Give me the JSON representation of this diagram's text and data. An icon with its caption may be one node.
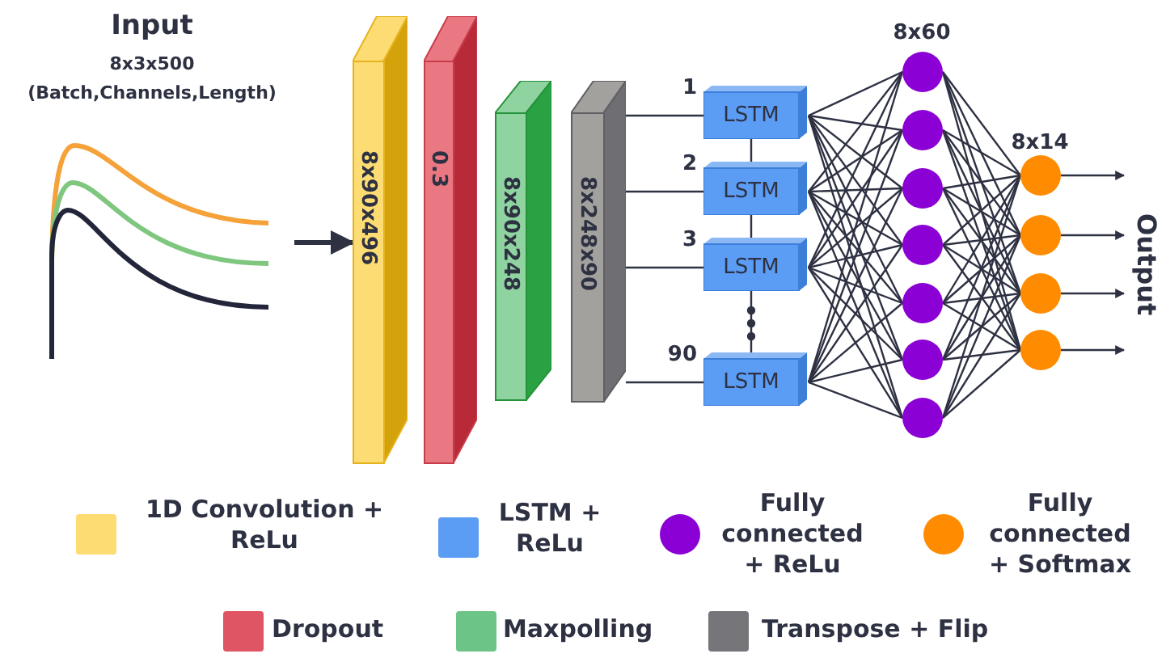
{
  "diagram": {
    "nodes": [
      {
        "text": [
          "Input",
          "8x3x500 (Batch,Channels,Length)"
        ]
      },
      {
        "text": [
          "8x90x496"
        ]
      },
      {
        "text": [
          "0.3"
        ]
      },
      {
        "text": [
          "8x90x248"
        ]
      },
      {
        "text": [
          "8x248x90"
        ]
      },
      {
        "text": [
          "LSTM"
        ]
      },
      {
        "text": [
          "LSTM"
        ]
      },
      {
        "text": [
          "LSTM"
        ]
      },
      {
        "text": [
          "LSTM"
        ]
      },
      {
        "text": [],
        "shape": "circle"
      },
      {
        "text": [],
        "shape": "circle"
      },
      {
        "text": [],
        "shape": "circle"
      },
      {
        "text": [],
        "shape": "circle"
      },
      {
        "text": [],
        "shape": "circle"
      },
      {
        "text": [],
        "shape": "circle"
      },
      {
        "text": [],
        "shape": "circle"
      },
      {
        "text": [],
        "shape": "circle"
      },
      {
        "text": [],
        "shape": "circle"
      },
      {
        "text": [],
        "shape": "circle"
      },
      {
        "text": [],
        "shape": "circle"
      },
      {
        "text": [
          "Output"
        ]
      }
    ],
    "edges": [
      {
        "from": 0,
        "to": 1,
        "arrow": "to",
        "style": "thick"
      },
      {
        "from": 4,
        "to": 5,
        "arrow": "none",
        "label": "1"
      },
      {
        "from": 4,
        "to": 6,
        "arrow": "none",
        "label": "2"
      },
      {
        "from": 4,
        "to": 7,
        "arrow": "none",
        "label": "3"
      },
      {
        "from": 4,
        "to": 8,
        "arrow": "none",
        "label": "90"
      },
      {
        "from": 5,
        "to": 6,
        "arrow": "none"
      },
      {
        "from": 6,
        "to": 7,
        "arrow": "none"
      },
      {
        "from": 7,
        "to": 8,
        "arrow": "none"
      },
      {
        "from": 5,
        "to": 9,
        "arrow": "none"
      },
      {
        "from": 5,
        "to": 10,
        "arrow": "none"
      },
      {
        "from": 5,
        "to": 11,
        "arrow": "none"
      },
      {
        "from": 5,
        "to": 12,
        "arrow": "none"
      },
      {
        "from": 5,
        "to": 13,
        "arrow": "none"
      },
      {
        "from": 5,
        "to": 14,
        "arrow": "none"
      },
      {
        "from": 5,
        "to": 15,
        "arrow": "none"
      },
      {
        "from": 6,
        "to": 9,
        "arrow": "none"
      },
      {
        "from": 6,
        "to": 10,
        "arrow": "none"
      },
      {
        "from": 6,
        "to": 11,
        "arrow": "none"
      },
      {
        "from": 6,
        "to": 12,
        "arrow": "none"
      },
      {
        "from": 6,
        "to": 13,
        "arrow": "none"
      },
      {
        "from": 6,
        "to": 14,
        "arrow": "none"
      },
      {
        "from": 6,
        "to": 15,
        "arrow": "none"
      },
      {
        "from": 7,
        "to": 9,
        "arrow": "none"
      },
      {
        "from": 7,
        "to": 10,
        "arrow": "none"
      },
      {
        "from": 7,
        "to": 11,
        "arrow": "none"
      },
      {
        "from": 7,
        "to": 12,
        "arrow": "none"
      },
      {
        "from": 7,
        "to": 13,
        "arrow": "none"
      },
      {
        "from": 7,
        "to": 14,
        "arrow": "none"
      },
      {
        "from": 7,
        "to": 15,
        "arrow": "none"
      },
      {
        "from": 8,
        "to": 9,
        "arrow": "none"
      },
      {
        "from": 8,
        "to": 10,
        "arrow": "none"
      },
      {
        "from": 8,
        "to": 11,
        "arrow": "none"
      },
      {
        "from": 8,
        "to": 12,
        "arrow": "none"
      },
      {
        "from": 8,
        "to": 13,
        "arrow": "none"
      },
      {
        "from": 8,
        "to": 14,
        "arrow": "none"
      },
      {
        "from": 8,
        "to": 15,
        "arrow": "none"
      },
      {
        "from": 9,
        "to": 16,
        "arrow": "none"
      },
      {
        "from": 9,
        "to": 17,
        "arrow": "none"
      },
      {
        "from": 9,
        "to": 18,
        "arrow": "none"
      },
      {
        "from": 9,
        "to": 19,
        "arrow": "none"
      },
      {
        "from": 10,
        "to": 16,
        "arrow": "none"
      },
      {
        "from": 10,
        "to": 17,
        "arrow": "none"
      },
      {
        "from": 10,
        "to": 18,
        "arrow": "none"
      },
      {
        "from": 10,
        "to": 19,
        "arrow": "none"
      },
      {
        "from": 11,
        "to": 16,
        "arrow": "none"
      },
      {
        "from": 11,
        "to": 17,
        "arrow": "none"
      },
      {
        "from": 11,
        "to": 18,
        "arrow": "none"
      },
      {
        "from": 11,
        "to": 19,
        "arrow": "none"
      },
      {
        "from": 12,
        "to": 16,
        "arrow": "none"
      },
      {
        "from": 12,
        "to": 17,
        "arrow": "none"
      },
      {
        "from": 12,
        "to": 18,
        "arrow": "none"
      },
      {
        "from": 12,
        "to": 19,
        "arrow": "none"
      },
      {
        "from": 13,
        "to": 16,
        "arrow": "none"
      },
      {
        "from": 13,
        "to": 17,
        "arrow": "none"
      },
      {
        "from": 13,
        "to": 18,
        "arrow": "none"
      },
      {
        "from": 13,
        "to": 19,
        "arrow": "none"
      },
      {
        "from": 14,
        "to": 16,
        "arrow": "none"
      },
      {
        "from": 14,
        "to": 17,
        "arrow": "none"
      },
      {
        "from": 14,
        "to": 18,
        "arrow": "none"
      },
      {
        "from": 14,
        "to": 19,
        "arrow": "none"
      },
      {
        "from": 15,
        "to": 16,
        "arrow": "none"
      },
      {
        "from": 15,
        "to": 17,
        "arrow": "none"
      },
      {
        "from": 15,
        "to": 18,
        "arrow": "none"
      },
      {
        "from": 15,
        "to": 19,
        "arrow": "none"
      },
      {
        "from": 16,
        "to": 20,
        "arrow": "to"
      },
      {
        "from": 17,
        "to": 20,
        "arrow": "to"
      },
      {
        "from": 18,
        "to": 20,
        "arrow": "to"
      },
      {
        "from": 19,
        "to": 20,
        "arrow": "to"
      }
    ],
    "labels": [
      "8x60",
      "8x14"
    ],
    "legend": [
      {
        "text": "1D Convolution + ReLu",
        "color": "#fcdc73"
      },
      {
        "text": "LSTM + ReLu",
        "color": "#5b9cf5"
      },
      {
        "text": "Fully connected + ReLu",
        "color": "#8b00d4"
      },
      {
        "text": "Fully connected + Softmax",
        "color": "#ff8c00"
      },
      {
        "text": "Dropout",
        "color": "#e05563"
      },
      {
        "text": "Maxpolling",
        "color": "#6cc486"
      },
      {
        "text": "Transpose + Flip",
        "color": "#76767a"
      }
    ]
  }
}
